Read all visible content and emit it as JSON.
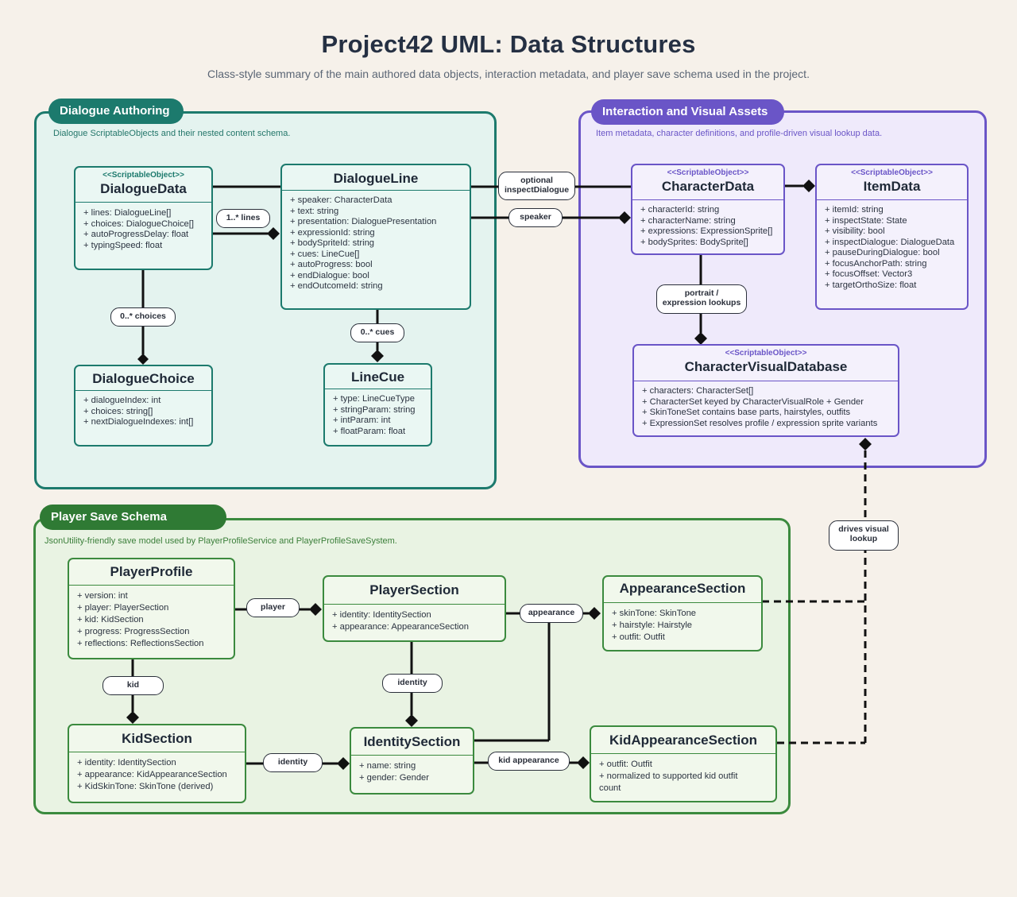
{
  "header": {
    "title": "Project42 UML: Data Structures",
    "subtitle": "Class-style summary of the main authored data objects, interaction metadata, and player save schema used in the project."
  },
  "packages": {
    "dialogue": {
      "label": "Dialogue Authoring",
      "desc": "Dialogue ScriptableObjects and their nested content schema.",
      "color": "#1c7a6d"
    },
    "interaction": {
      "label": "Interaction and Visual Assets",
      "desc": "Item metadata, character definitions, and profile-driven visual lookup data.",
      "color": "#6a55c7"
    },
    "save": {
      "label": "Player Save Schema",
      "desc": "JsonUtility-friendly save model used by PlayerProfileService and PlayerProfileSaveSystem.",
      "color": "#3b8a3e"
    }
  },
  "classes": {
    "dialogue_data": {
      "stereotype": "<<ScriptableObject>>",
      "name": "DialogueData",
      "attrs": [
        "+ lines: DialogueLine[]",
        "+ choices: DialogueChoice[]",
        "+ autoProgressDelay: float",
        "+ typingSpeed: float"
      ]
    },
    "dialogue_line": {
      "name": "DialogueLine",
      "attrs": [
        "+ speaker: CharacterData",
        "+ text: string",
        "+ presentation: DialoguePresentation",
        "+ expressionId: string",
        "+ bodySpriteId: string",
        "+ cues: LineCue[]",
        "+ autoProgress: bool",
        "+ endDialogue: bool",
        "+ endOutcomeId: string"
      ]
    },
    "dialogue_choice": {
      "name": "DialogueChoice",
      "attrs": [
        "+ dialogueIndex: int",
        "+ choices: string[]",
        "+ nextDialogueIndexes: int[]"
      ]
    },
    "line_cue": {
      "name": "LineCue",
      "attrs": [
        "+ type: LineCueType",
        "+ stringParam: string",
        "+ intParam: int",
        "+ floatParam: float"
      ]
    },
    "character_data": {
      "stereotype": "<<ScriptableObject>>",
      "name": "CharacterData",
      "attrs": [
        "+ characterId: string",
        "+ characterName: string",
        "+ expressions: ExpressionSprite[]",
        "+ bodySprites: BodySprite[]"
      ]
    },
    "item_data": {
      "stereotype": "<<ScriptableObject>>",
      "name": "ItemData",
      "attrs": [
        "+ itemId: string",
        "+ inspectState: State",
        "+ visibility: bool",
        "+ inspectDialogue: DialogueData",
        "+ pauseDuringDialogue: bool",
        "+ focusAnchorPath: string",
        "+ focusOffset: Vector3",
        "+ targetOrthoSize: float"
      ]
    },
    "character_visual_database": {
      "stereotype": "<<ScriptableObject>>",
      "name": "CharacterVisualDatabase",
      "attrs": [
        "+ characters: CharacterSet[]",
        "+ CharacterSet keyed by CharacterVisualRole + Gender",
        "+ SkinToneSet contains base parts, hairstyles, outfits",
        "+ ExpressionSet resolves profile / expression sprite variants"
      ]
    },
    "player_profile": {
      "name": "PlayerProfile",
      "attrs": [
        "+ version: int",
        "+ player: PlayerSection",
        "+ kid: KidSection",
        "+ progress: ProgressSection",
        "+ reflections: ReflectionsSection"
      ]
    },
    "player_section": {
      "name": "PlayerSection",
      "attrs": [
        "+ identity: IdentitySection",
        "+ appearance: AppearanceSection"
      ]
    },
    "appearance_section": {
      "name": "AppearanceSection",
      "attrs": [
        "+ skinTone: SkinTone",
        "+ hairstyle: Hairstyle",
        "+ outfit: Outfit"
      ]
    },
    "kid_section": {
      "name": "KidSection",
      "attrs": [
        "+ identity: IdentitySection",
        "+ appearance: KidAppearanceSection",
        "+ KidSkinTone: SkinTone (derived)"
      ]
    },
    "identity_section": {
      "name": "IdentitySection",
      "attrs": [
        "+ name: string",
        "+ gender: Gender"
      ]
    },
    "kid_appearance_section": {
      "name": "KidAppearanceSection",
      "attrs": [
        "+ outfit: Outfit",
        "+ normalized to supported kid outfit",
        "count"
      ]
    }
  },
  "relations": {
    "lines": "1..* lines",
    "choices": "0..* choices",
    "cues": "0..* cues",
    "optional_inspect_1": "optional",
    "optional_inspect_2": "inspectDialogue",
    "speaker": "speaker",
    "portrait_1": "portrait /",
    "portrait_2": "expression lookups",
    "drives_1": "drives visual",
    "drives_2": "lookup",
    "player": "player",
    "appearance": "appearance",
    "identity_top": "identity",
    "kid": "kid",
    "identity_bottom": "identity",
    "kid_appearance": "kid appearance"
  }
}
